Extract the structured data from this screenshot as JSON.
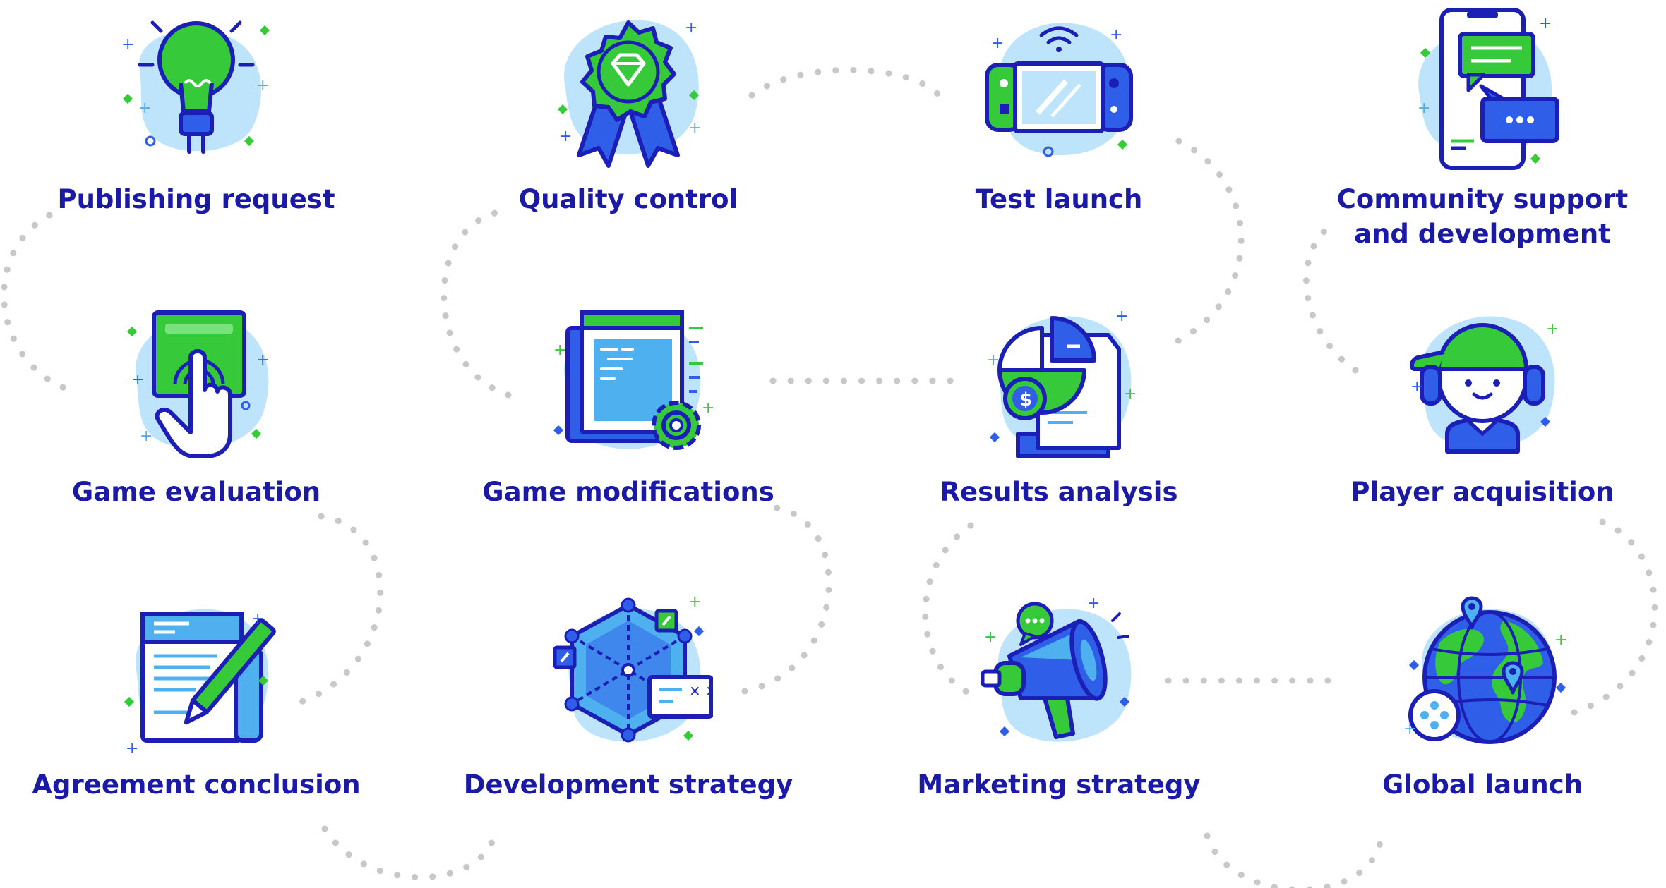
{
  "colors": {
    "text": "#1a1aa6",
    "outline": "#1c1fb5",
    "primary_blue": "#2f5ee8",
    "light_blue": "#bde4fb",
    "sky_blue": "#4fb0f0",
    "green": "#36c93a",
    "light_green": "#7ae27c",
    "connector": "#c8c8c8"
  },
  "steps": {
    "publishing_request": {
      "label": "Publishing request",
      "icon": "lightbulb-icon"
    },
    "quality_control": {
      "label": "Quality control",
      "icon": "award-ribbon-icon"
    },
    "test_launch": {
      "label": "Test launch",
      "icon": "handheld-console-icon"
    },
    "community_support": {
      "label": "Community support\nand development",
      "icon": "smartphone-chat-icon"
    },
    "game_evaluation": {
      "label": "Game evaluation",
      "icon": "touch-screen-icon"
    },
    "game_modifications": {
      "label": "Game modifications",
      "icon": "code-window-gear-icon"
    },
    "results_analysis": {
      "label": "Results analysis",
      "icon": "pie-chart-report-icon"
    },
    "player_acquisition": {
      "label": "Player acquisition",
      "icon": "player-headphones-icon"
    },
    "agreement_conclusion": {
      "label": "Agreement conclusion",
      "icon": "contract-pen-icon"
    },
    "development_strategy": {
      "label": "Development strategy",
      "icon": "network-hexagon-icon"
    },
    "marketing_strategy": {
      "label": "Marketing strategy",
      "icon": "megaphone-icon"
    },
    "global_launch": {
      "label": "Global launch",
      "icon": "globe-pins-icon"
    }
  }
}
